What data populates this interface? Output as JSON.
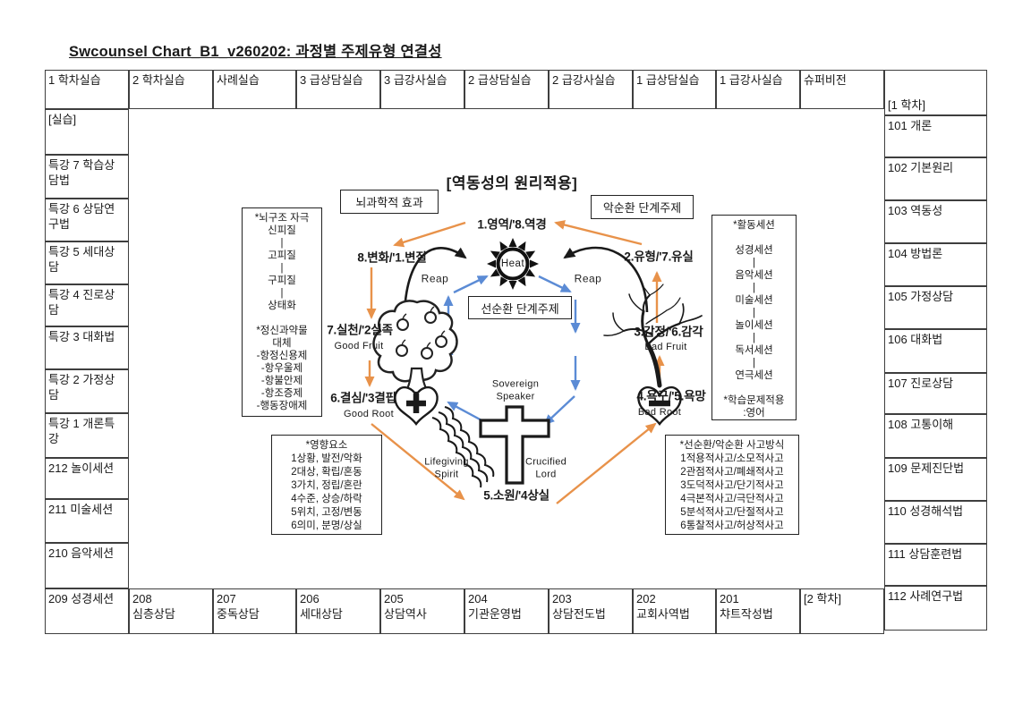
{
  "title": "Swcounsel Chart_B1_v260202: 과정별 주제유형 연결성",
  "table": {
    "top_row": [
      "1 학차실습",
      "2 학차실습",
      "사례실습",
      "3 급상담실습",
      "3 급강사실습",
      "2 급상담실습",
      "2 급강사실습",
      "1 급상담실습",
      "1 급강사실습",
      "슈퍼비전"
    ],
    "top_right_corner": "[1 학차]",
    "left_column": [
      "[실습]",
      "특강 7 학습상담법",
      "특강 6 상담연구법",
      "특강 5 세대상담",
      "특강 4 진로상담",
      "특강 3 대화법",
      "특강 2 가정상담",
      "특강 1 개론특강",
      "212 놀이세션",
      "211 미술세션",
      "210 음악세션"
    ],
    "right_column": [
      "101 개론",
      "102 기본원리",
      "103 역동성",
      "104 방법론",
      "105 가정상담",
      "106 대화법",
      "107 진로상담",
      "108 고통이해",
      "109 문제진단법",
      "110 성경해석법",
      "111 상담훈련법",
      "112 사례연구법"
    ],
    "bottom_row": [
      "209 성경세션",
      [
        "208",
        "심층상담"
      ],
      [
        "207",
        "중독상담"
      ],
      [
        "206",
        "세대상담"
      ],
      [
        "205",
        "상담역사"
      ],
      [
        "204",
        "기관운영법"
      ],
      [
        "203",
        "상담전도법"
      ],
      [
        "202",
        "교회사역법"
      ],
      [
        "201",
        "챠트작성법"
      ],
      "[2 학차]"
    ]
  },
  "diagram": {
    "title": "[역동성의 원리적용]",
    "boxes": {
      "brain_effect": "뇌과학적 효과",
      "vicious_stage": "악순환 단계주제",
      "virtuous_stage": "선순환 단계주제"
    },
    "nodes": {
      "top": "1.영역/'8.역경",
      "right_upper": "2.유형/'7.유실",
      "right_fruit": "3.감정/'6.감각",
      "right_fruit_sub": "Bad Fruit",
      "right_root": "4.욕구/'5.욕망",
      "right_root_sub": "Bad Root",
      "bottom": "5.소원/'4상실",
      "left_root": "6.결심/'3결핍",
      "left_root_sub": "Good Root",
      "left_fruit": "7.실천/'2실족",
      "left_fruit_sub": "Good Fruit",
      "left_upper": "8.변화/'1.변질"
    },
    "sun_label": "Heat",
    "reap_left": "Reap",
    "reap_right": "Reap",
    "speaker_label": [
      "Sovereign",
      "Speaker"
    ],
    "lord_label": [
      "Crucified",
      "Lord"
    ],
    "spirit_label": [
      "Lifegiving",
      "Spirit"
    ],
    "panels": {
      "brain": [
        "*뇌구조 자극",
        "신피질",
        "|",
        "고피질",
        "|",
        "구피질",
        "|",
        "상태화",
        "",
        "*정신과약물",
        "대체",
        "-항정신용제",
        "-항우울제",
        "-항불안제",
        "-항조증제",
        "-행동장애제"
      ],
      "activity": [
        "*활동세션",
        "",
        "성경세션",
        "|",
        "음악세션",
        "|",
        "미술세션",
        "|",
        "놀이세션",
        "|",
        "독서세션",
        "|",
        "연극세션",
        "",
        "*학습문제적용",
        ":영어"
      ],
      "influence": [
        "*영향요소",
        "1상황, 발전/악화",
        "2대상, 확립/혼동",
        "3가치, 정립/혼란",
        "4수준, 상승/하락",
        "5위치, 고정/변동",
        "6의미, 분명/상실"
      ],
      "thinking": [
        "*선순환/악순환 사고방식",
        "1적용적사고/소모적사고",
        "2관점적사고/폐쇄적사고",
        "3도덕적사고/단기적사고",
        "4극본적사고/극단적사고",
        "5분석적사고/단절적사고",
        "6통찰적사고/허상적사고"
      ]
    },
    "colors": {
      "orange": "#E8924A",
      "blue": "#5B8BD5",
      "black": "#1a1a1a"
    }
  }
}
